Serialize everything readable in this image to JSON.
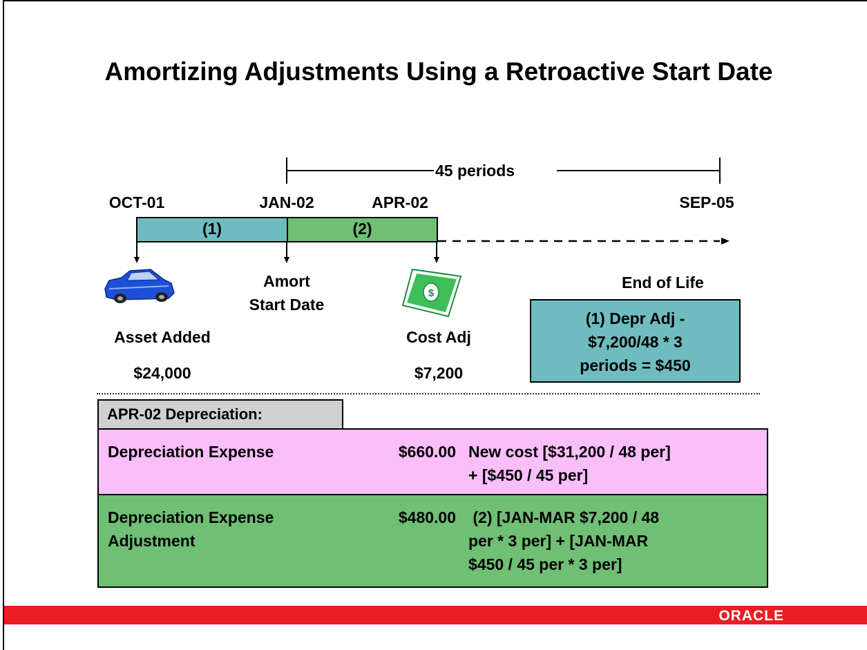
{
  "title": "Amortizing Adjustments Using a Retroactive Start Date",
  "timeline": {
    "span_label": "45 periods",
    "dates": [
      "OCT-01",
      "JAN-02",
      "APR-02",
      "SEP-05"
    ],
    "segments": [
      "(1)",
      "(2)"
    ]
  },
  "events": {
    "asset_added": {
      "label": "Asset Added",
      "amount": "$24,000",
      "icon": "car-icon"
    },
    "amort_start": {
      "line1": "Amort",
      "line2": "Start Date"
    },
    "cost_adj": {
      "label": "Cost Adj",
      "amount": "$7,200",
      "icon": "money-icon"
    },
    "end_of_life": "End of Life"
  },
  "depr_adj_box": [
    "(1) Depr Adj -",
    "$7,200/48 * 3",
    "periods = $450"
  ],
  "table": {
    "tab_label": "APR-02 Depreciation:",
    "rows": [
      {
        "name": [
          "Depreciation Expense"
        ],
        "amount": "$660.00",
        "note": [
          "New cost [$31,200 / 48 per]",
          "+ [$450 / 45 per]"
        ]
      },
      {
        "name": [
          "Depreciation Expense",
          "Adjustment"
        ],
        "amount": "$480.00",
        "note": [
          " (2) [JAN-MAR $7,200 / 48",
          "per * 3 per] + [JAN-MAR",
          "$450 / 45 per * 3 per]"
        ]
      }
    ]
  },
  "colors": {
    "segment1": "#6fbcc0",
    "segment2": "#6fbf74",
    "row1": "#fabefa",
    "row2": "#6fbf74",
    "footer": "#ec1c24"
  },
  "footer": {
    "logo": "ORACLE"
  }
}
